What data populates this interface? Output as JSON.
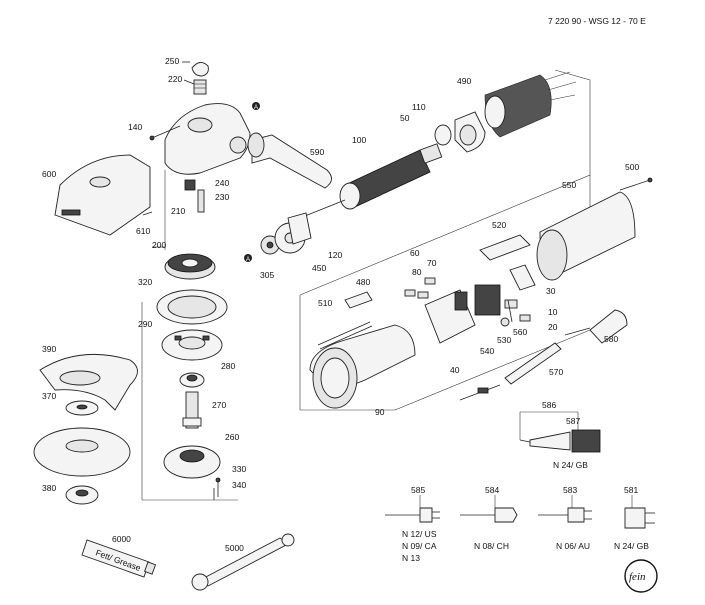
{
  "header": {
    "title": "7 220 90 - WSG 12 - 70 E"
  },
  "callouts": {
    "p250": "250",
    "p220": "220",
    "p140": "140",
    "p600": "600",
    "p610": "610",
    "p210": "210",
    "p200": "200",
    "p240": "240",
    "p230": "230",
    "p590": "590",
    "p100": "100",
    "p50": "50",
    "p110": "110",
    "p490": "490",
    "p500": "500",
    "p550": "550",
    "p120": "120",
    "p450": "450",
    "p305": "305",
    "p320": "320",
    "p290": "290",
    "p280": "280",
    "p270": "270",
    "p260": "260",
    "p330": "330",
    "p340": "340",
    "p390": "390",
    "p370": "370",
    "p380": "380",
    "p60": "60",
    "p70": "70",
    "p80": "80",
    "p480": "480",
    "p510": "510",
    "p520": "520",
    "p30": "30",
    "p10": "10",
    "p20": "20",
    "p560": "560",
    "p530": "530",
    "p540": "540",
    "p580": "580",
    "p570": "570",
    "p40": "40",
    "p90": "90",
    "p586": "586",
    "p587": "587",
    "p585": "585",
    "p584": "584",
    "p583": "583",
    "p581": "581",
    "p6000": "6000",
    "p5000": "5000",
    "markA1": "A",
    "markA2": "A"
  },
  "variants": {
    "n24gb_a": "N 24/ GB",
    "n12us": "N 12/ US",
    "n09ca": "N 09/ CA",
    "n13": "N 13",
    "n08ch": "N 08/ CH",
    "n06au": "N 06/ AU",
    "n24gb_b": "N 24/ GB"
  },
  "grease_label": "Fett/ Grease",
  "logo_text": "fein",
  "icons": [
    "fein-logo-icon"
  ]
}
